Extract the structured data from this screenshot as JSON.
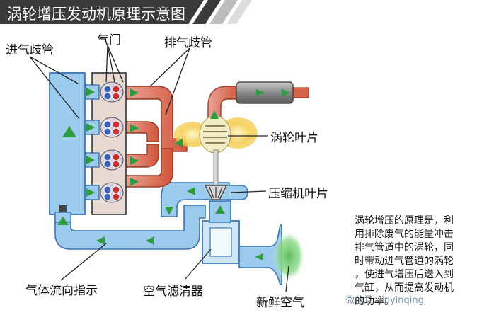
{
  "title": "涡轮增压发动机原理示意图",
  "labels": {
    "intake_manifold": "进气歧管",
    "valve": "气门",
    "exhaust_manifold": "排气歧管",
    "turbine_blade": "涡轮叶片",
    "compressor_blade": "压缩机叶片",
    "flow_direction": "气体流向指示",
    "air_filter": "空气滤清器",
    "fresh_air": "新鲜空气"
  },
  "description": [
    "涡轮增压的原理是，利",
    "用排除废气的能量冲击",
    "排气管道中的涡轮，同",
    "时带动进气管道的涡轮",
    "，使进气增压后送入到",
    "气缸，从而提高发动机",
    "的功率。"
  ],
  "watermark": "微信号: jinyinqing",
  "colors": {
    "intake_blue": "#9ccbee",
    "exhaust_red": "#d9634a",
    "arrow_green": "#2e9c3e",
    "title_bg": "#3a3a3a"
  }
}
